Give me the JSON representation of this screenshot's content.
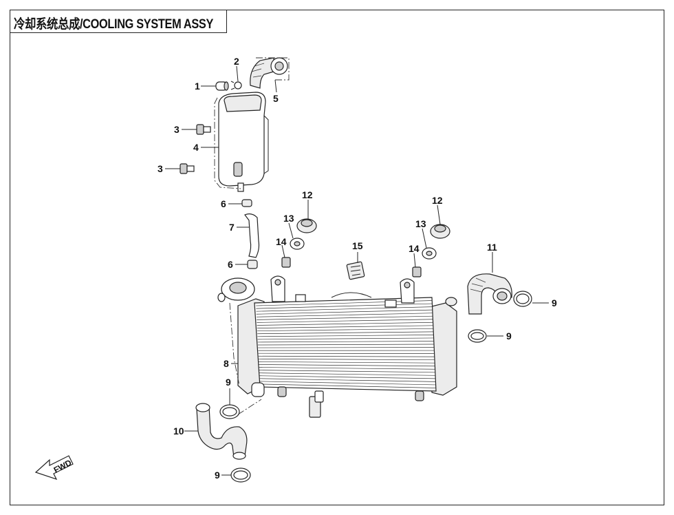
{
  "title": "冷却系统总成/COOLING SYSTEM ASSY",
  "fwd_label": "FWD",
  "callouts": {
    "c1": "1",
    "c2": "2",
    "c3a": "3",
    "c3b": "3",
    "c4": "4",
    "c5": "5",
    "c6a": "6",
    "c6b": "6",
    "c7": "7",
    "c8": "8",
    "c9a": "9",
    "c9b": "9",
    "c9c": "9",
    "c9d": "9",
    "c10": "10",
    "c11": "11",
    "c12a": "12",
    "c12b": "12",
    "c13a": "13",
    "c13b": "13",
    "c14a": "14",
    "c14b": "14",
    "c15": "15"
  }
}
